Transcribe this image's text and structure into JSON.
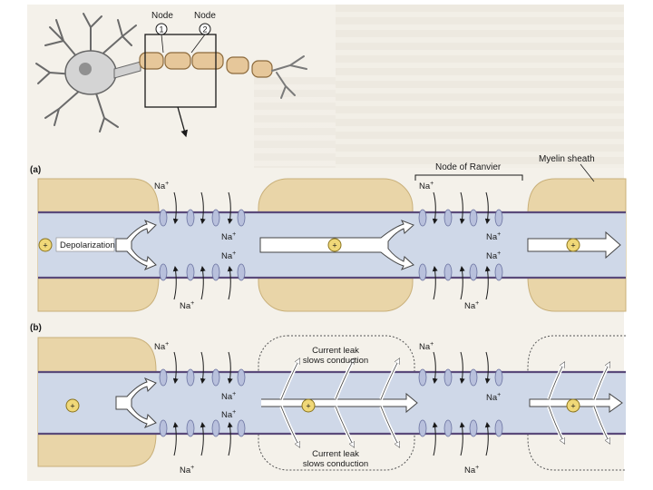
{
  "figure": {
    "panel_a_label": "(a)",
    "panel_b_label": "(b)",
    "node_1_label": "Node",
    "node_1_number": "1",
    "node_2_label": "Node",
    "node_2_number": "2",
    "myelin_sheath_label": "Myelin sheath",
    "node_of_ranvier_label": "Node of Ranvier",
    "depolarization_label": "Depolarization",
    "sodium_ion_label": "Na",
    "sodium_ion_charge": "+",
    "positive_charge_symbol": "+",
    "current_leak_line1": "Current leak",
    "current_leak_line2": "slows conduction"
  },
  "colors": {
    "myelin": "#e9d5a8",
    "axon": "#cfd8e8",
    "membrane": "#5a4a7a",
    "channel": "#b8c0dc",
    "charge_dot": "#f0d878",
    "current_arrow": "#ffffff"
  }
}
